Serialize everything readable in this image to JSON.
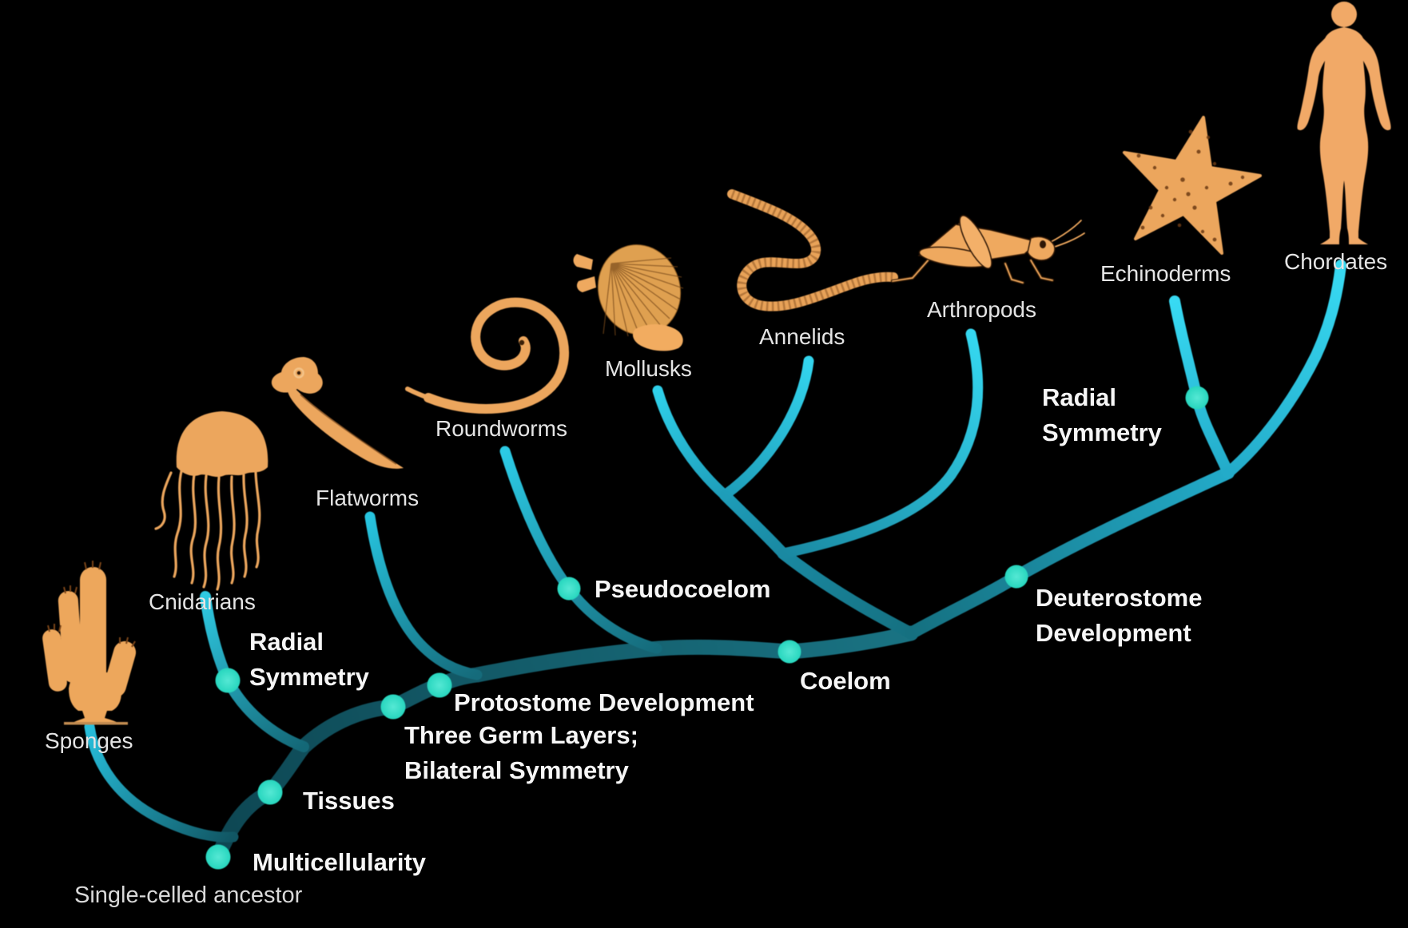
{
  "background": "#000000",
  "palette": {
    "branch_bright": "#38daf3",
    "branch_mid": "#1e9db9",
    "branch_dark": "#0e4753",
    "node_dot": "#2edcc7",
    "organism_orange": "#eca65d",
    "organism_label_color": "#e4e4e4",
    "trait_label_color": "#f6f6f6"
  },
  "root_label": "Single-celled ancestor",
  "organisms": [
    {
      "id": "sponges",
      "name": "Sponges"
    },
    {
      "id": "cnidarians",
      "name": "Cnidarians"
    },
    {
      "id": "flatworms",
      "name": "Flatworms"
    },
    {
      "id": "roundworms",
      "name": "Roundworms"
    },
    {
      "id": "mollusks",
      "name": "Mollusks"
    },
    {
      "id": "annelids",
      "name": "Annelids"
    },
    {
      "id": "arthropods",
      "name": "Arthropods"
    },
    {
      "id": "echinoderms",
      "name": "Echinoderms"
    },
    {
      "id": "chordates",
      "name": "Chordates"
    }
  ],
  "traits": [
    {
      "id": "multicellularity",
      "name": "Multicellularity"
    },
    {
      "id": "tissues",
      "name": "Tissues"
    },
    {
      "id": "radial-symmetry-cnidarians",
      "name": "Radial\nSymmetry"
    },
    {
      "id": "three-germ-layers",
      "name": "Three Germ Layers;\nBilateral Symmetry"
    },
    {
      "id": "protostome-development",
      "name": "Protostome Development"
    },
    {
      "id": "pseudocoelom",
      "name": "Pseudocoelom"
    },
    {
      "id": "coelom",
      "name": "Coelom"
    },
    {
      "id": "deuterostome-development",
      "name": "Deuterostome\nDevelopment"
    },
    {
      "id": "radial-symmetry-echinoderms",
      "name": "Radial\nSymmetry"
    }
  ],
  "topology_note": "Single-celled ancestor -> Multicellularity (Sponges) -> Tissues (Cnidarians via Radial Symmetry) -> Three Germ Layers; Bilateral Symmetry -> Protostome Development (Flatworms; Pseudocoelom -> Roundworms; Mollusks + Annelids + Arthropods) -> Coelom -> Deuterostome Development (Echinoderms via Radial Symmetry; Chordates)"
}
